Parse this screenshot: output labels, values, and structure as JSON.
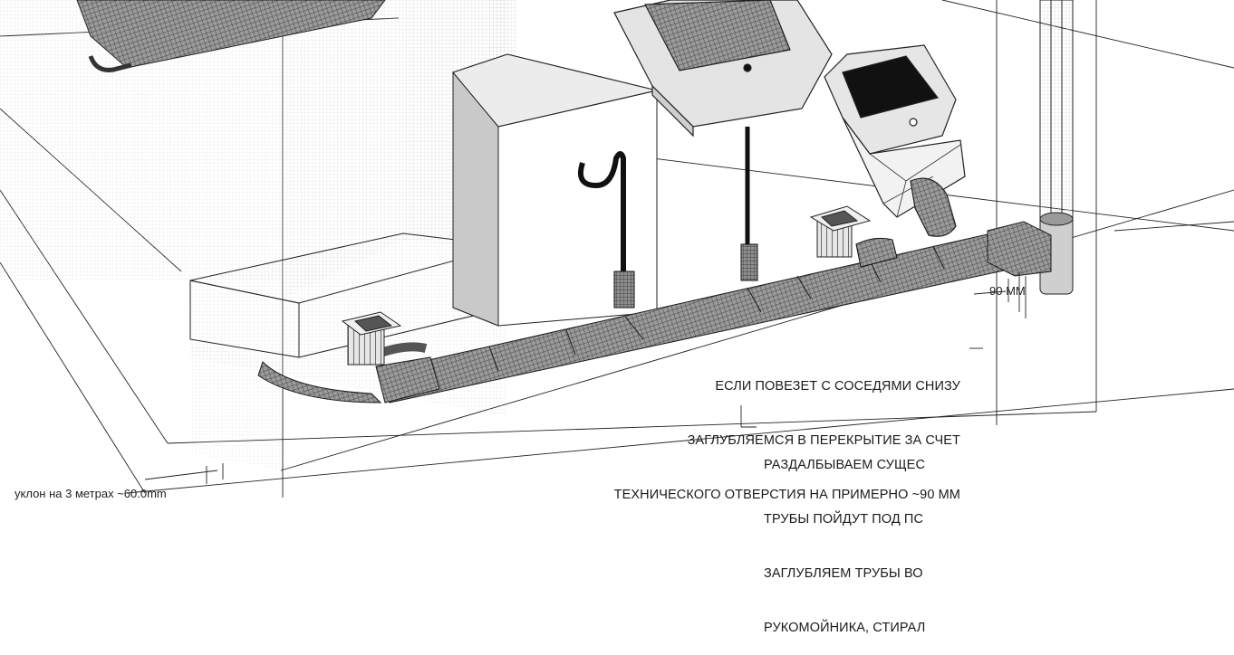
{
  "annotations": {
    "neighbors_note": [
      "ЕСЛИ ПОВЕЗЕТ С СОСЕДЯМИ СНИЗУ",
      "ЗАГЛУБЛЯЕМСЯ В ПЕРЕКРЫТИЕ ЗА СЧЕТ",
      "ТЕХНИЧЕСКОГО ОТВЕРСТИЯ НА ПРИМЕРНО ~90 ММ"
    ],
    "chisel_note": [
      "РАЗДАЛБЫВАЕМ СУЩЕС",
      "ТРУБЫ ПОЙДУТ ПОД ПС",
      "ЗАГЛУБЛЯЕМ ТРУБЫ ВО",
      "РУКОМОЙНИКА, СТИРАЛ"
    ],
    "depth_dimension": "90 ММ",
    "slope_note": "уклон на 3 метрах ~60.0mm"
  },
  "colors": {
    "line": "#1a1a1a",
    "pipe_fill": "#8a8a8a",
    "grid": "#cfcfcf",
    "white": "#ffffff"
  }
}
